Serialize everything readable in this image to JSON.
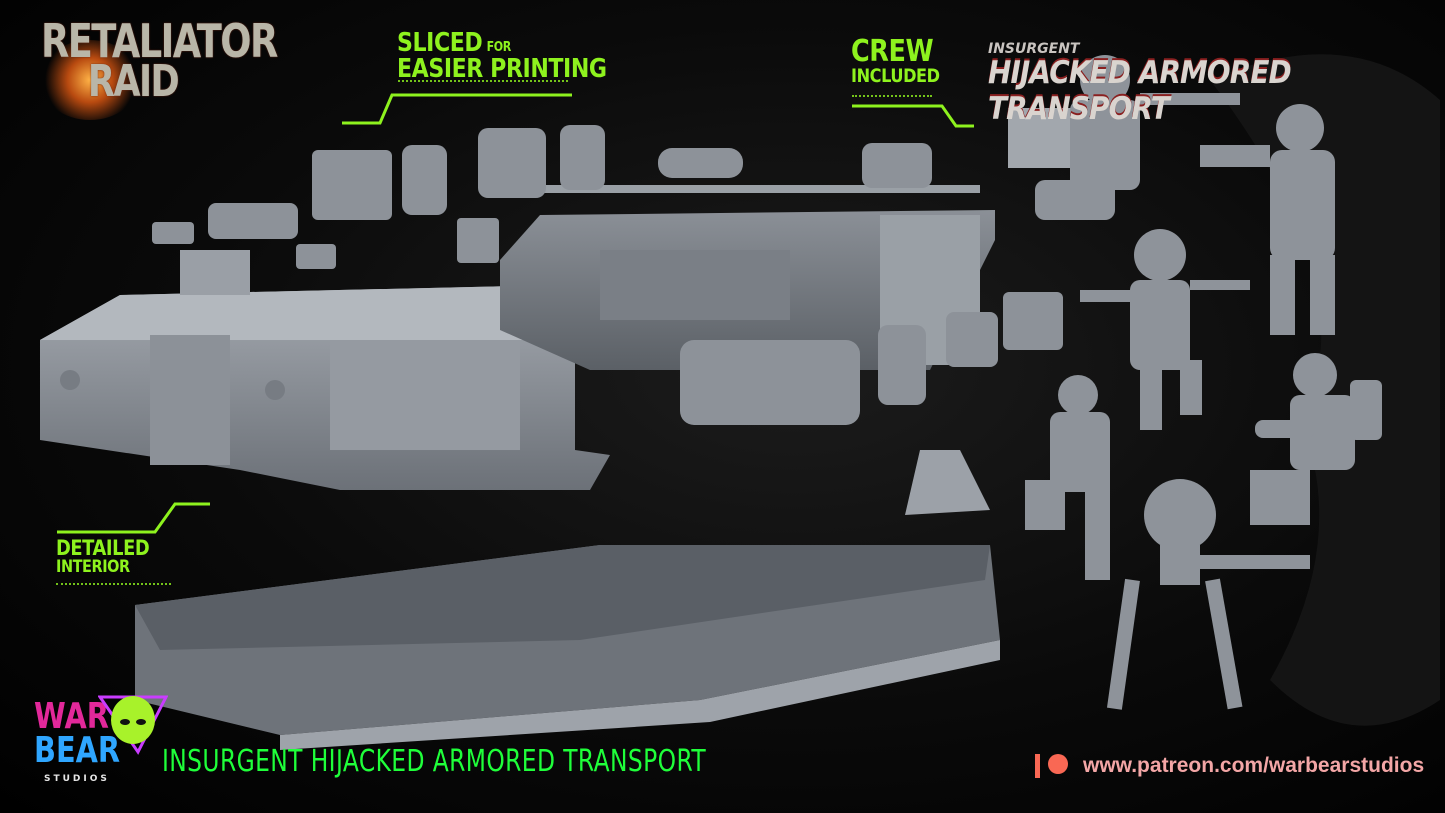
{
  "brand_logo": {
    "line1": "RETALIATOR",
    "line2": "RAID"
  },
  "callouts": {
    "sliced": {
      "big": "SLICED",
      "small": "FOR",
      "line2": "EASIER PRINTING"
    },
    "crew": {
      "line1": "CREW",
      "line2": "INCLUDED"
    },
    "interior": {
      "line1": "DETAILED",
      "line2": "INTERIOR"
    }
  },
  "product_title": {
    "small": "INSURGENT",
    "big": "HIJACKED ARMORED TRANSPORT"
  },
  "footer": {
    "studio_logo": {
      "line1": "WAR",
      "line2": "BEAR",
      "line3": "STUDIOS"
    },
    "title": "INSURGENT HIJACKED ARMORED TRANSPORT",
    "patreon_url": "www.patreon.com/warbearstudios"
  },
  "colors": {
    "accent_green": "#8ef21e",
    "footer_green": "#1fff3a",
    "patreon_red": "#f96854",
    "model_gray": "#8e939a"
  }
}
